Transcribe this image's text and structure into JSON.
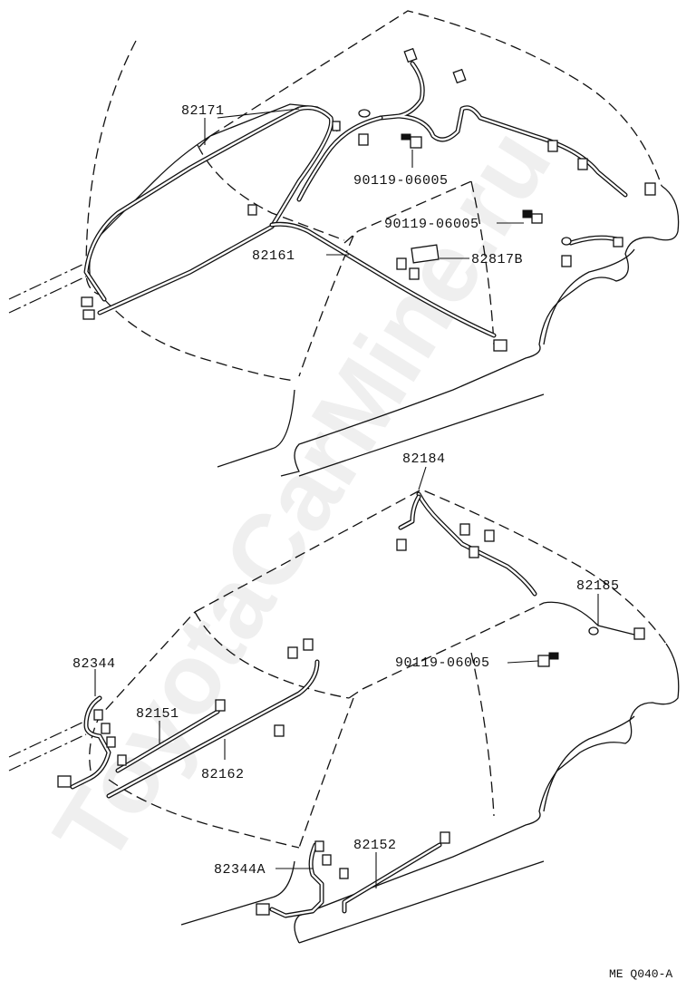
{
  "watermark": "ToyotaCarMine.ru",
  "diagram_code": "ME Q040-A",
  "upper": {
    "labels": {
      "p82171": "82171",
      "bolt_a": "90119-06005",
      "bolt_b": "90119-06005",
      "p82161": "82161",
      "p82817b": "82817B"
    }
  },
  "lower": {
    "labels": {
      "p82184": "82184",
      "p82185": "82185",
      "bolt_c": "90119-06005",
      "p82344": "82344",
      "p82151": "82151",
      "p82162": "82162",
      "p82344a": "82344A",
      "p82152": "82152"
    }
  }
}
